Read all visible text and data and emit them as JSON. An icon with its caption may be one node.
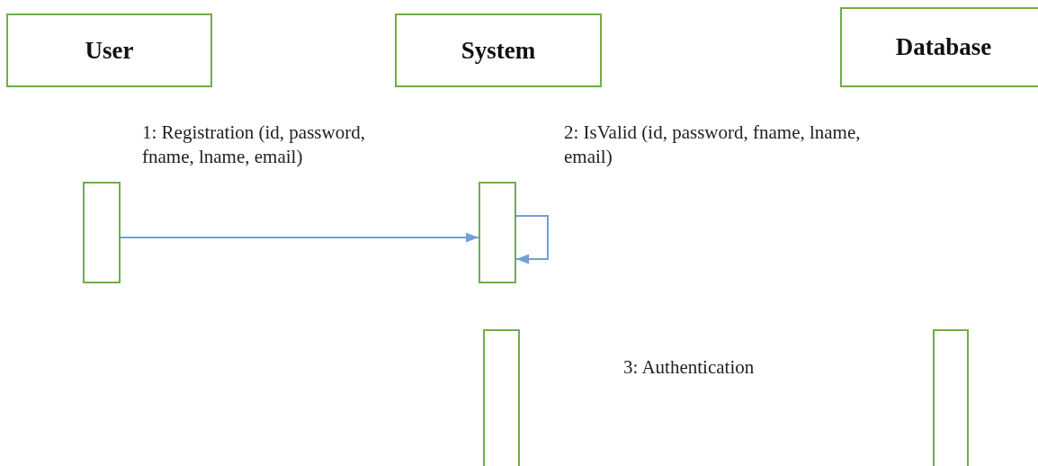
{
  "diagram": {
    "nodes": [
      {
        "text": [
          "User"
        ]
      },
      {
        "text": [
          "System"
        ]
      },
      {
        "text": [
          "Database"
        ]
      },
      {
        "text": [],
        "shape": "box"
      },
      {
        "text": [],
        "shape": "box"
      },
      {
        "text": [],
        "shape": "box"
      },
      {
        "text": [],
        "shape": "box"
      }
    ],
    "edges": [
      {
        "from": 3,
        "to": 4,
        "arrow": "to",
        "label": "1: Registration (id, password, fname, lname, email)"
      },
      {
        "from": 4,
        "to": 4,
        "arrow": "to",
        "label": "2: IsValid (id, password, fname, lname, email)"
      }
    ],
    "labels": [
      "3: Authentication"
    ]
  }
}
